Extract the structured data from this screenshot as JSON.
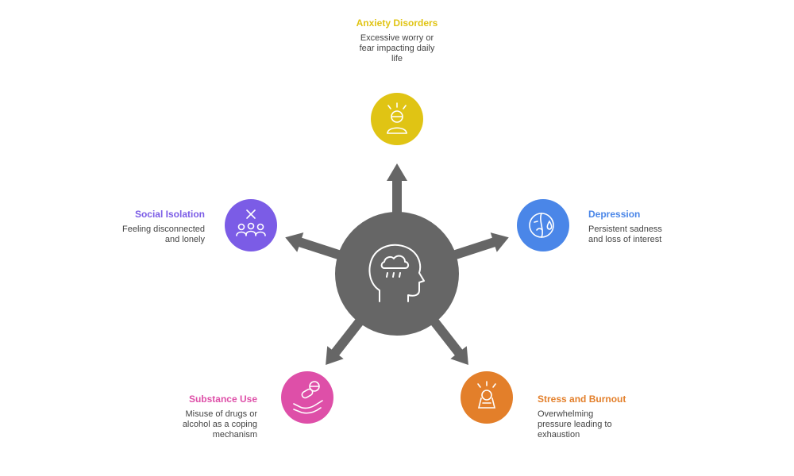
{
  "nodes": [
    {
      "id": "anxiety",
      "title": "Anxiety Disorders",
      "desc": [
        "Excessive worry or",
        "fear impacting daily",
        "life"
      ],
      "color": "#E0C414",
      "icon": "alarmed-person-icon"
    },
    {
      "id": "depression",
      "title": "Depression",
      "desc": [
        "Persistent sadness",
        "and loss of interest"
      ],
      "color": "#4A86E8",
      "icon": "sad-face-icon"
    },
    {
      "id": "stress",
      "title": "Stress and Burnout",
      "desc": [
        "Overwhelming",
        "pressure leading to",
        "exhaustion"
      ],
      "color": "#E37F2A",
      "icon": "exhausted-person-icon"
    },
    {
      "id": "substance",
      "title": "Substance Use",
      "desc": [
        "Misuse of drugs or",
        "alcohol as a coping",
        "mechanism"
      ],
      "color": "#DE4FA8",
      "icon": "pill-hand-icon"
    },
    {
      "id": "isolation",
      "title": "Social Isolation",
      "desc": [
        "Feeling disconnected",
        "and lonely"
      ],
      "color": "#7B5CE6",
      "icon": "isolated-group-icon"
    }
  ],
  "hub": {
    "color": "#666666",
    "icon": "head-raincloud-icon"
  }
}
